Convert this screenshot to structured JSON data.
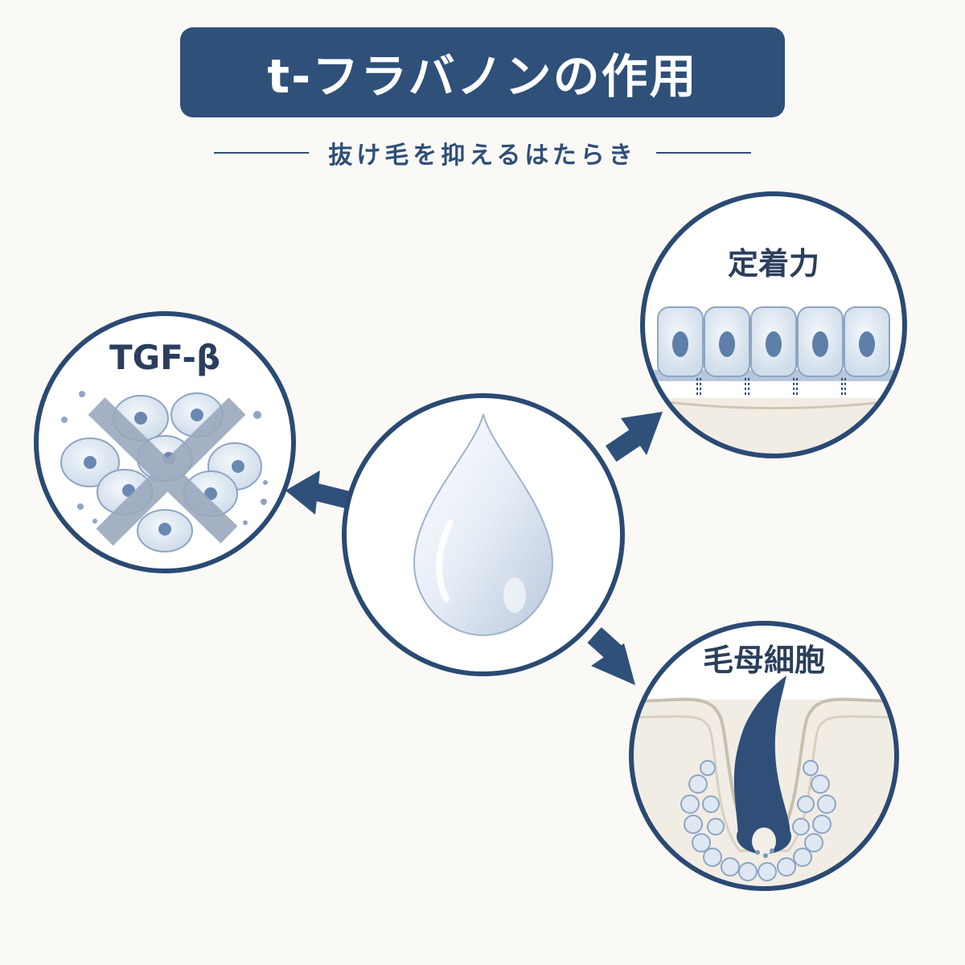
{
  "title": "t-フラバノンの作用",
  "subtitle": "抜け毛を抑えるはたらき",
  "center": {
    "icon": "water-drop-icon"
  },
  "effects": [
    {
      "label": "TGF-β",
      "icon": "inhibited-cells-icon",
      "direction": "left"
    },
    {
      "label": "定着力",
      "icon": "anchored-cells-icon",
      "direction": "upper-right"
    },
    {
      "label": "毛母細胞",
      "icon": "hair-follicle-icon",
      "direction": "lower-right"
    }
  ],
  "colors": {
    "navy": "#2f5079",
    "circle_stroke": "#2a4a73",
    "background": "#faf9f6",
    "cell_fill": "#dfe8f2",
    "nucleus": "#5d7fa8",
    "cross": "#9aa9bd"
  }
}
